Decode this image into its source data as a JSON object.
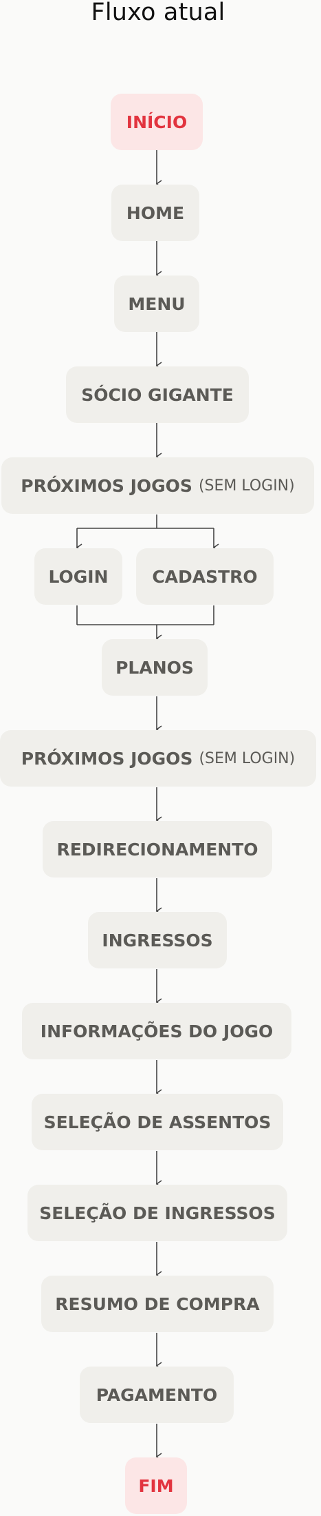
{
  "title": "Fluxo atual",
  "nodes": {
    "inicio": "INÍCIO",
    "home": "HOME",
    "menu": "MENU",
    "socio": "SÓCIO GIGANTE",
    "proximos1": "PRÓXIMOS JOGOS",
    "proximos1_suffix": "(SEM LOGIN)",
    "login": "LOGIN",
    "cadastro": "CADASTRO",
    "planos": "PLANOS",
    "proximos2": "PRÓXIMOS JOGOS",
    "proximos2_suffix": "(SEM LOGIN)",
    "redirecionamento": "REDIRECIONAMENTO",
    "ingressos": "INGRESSOS",
    "informacoes": "INFORMAÇÕES DO JOGO",
    "assentos": "SELEÇÃO DE ASSENTOS",
    "selecao_ingressos": "SELEÇÃO DE INGRESSOS",
    "resumo": "RESUMO DE COMPRA",
    "pagamento": "PAGAMENTO",
    "fim": "FIM"
  },
  "colors": {
    "node_fill": "#f0efeb",
    "node_text": "#5b5a56",
    "terminal_fill": "#fce6e6",
    "terminal_text": "#e2343f",
    "connector": "#444444"
  }
}
